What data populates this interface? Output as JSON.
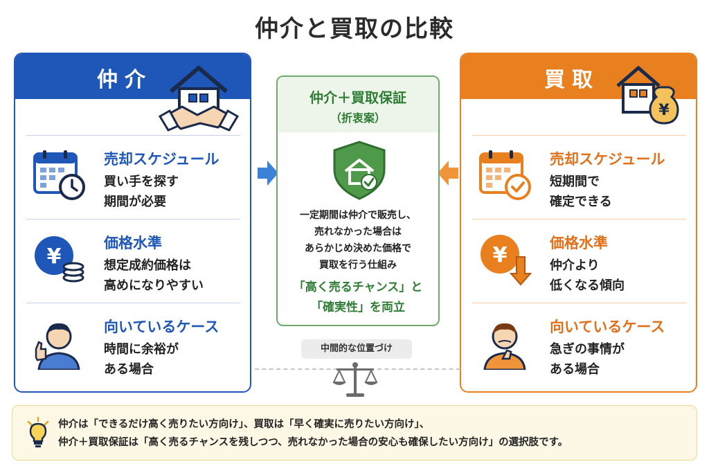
{
  "title": "仲介と買取の比較",
  "brokerage": {
    "title": "仲介",
    "sections": [
      {
        "title": "売却スケジュール",
        "lines": [
          "買い手を探す",
          "期間が必要"
        ],
        "icon": "calendar-clock-icon"
      },
      {
        "title": "価格水準",
        "lines": [
          "想定成約価格は",
          "高めになりやすい"
        ],
        "icon": "yen-coins-icon"
      },
      {
        "title": "向いているケース",
        "lines": [
          "時間に余裕が",
          "ある場合"
        ],
        "icon": "person-thumbs-up-icon"
      }
    ]
  },
  "purchase": {
    "title": "買取",
    "sections": [
      {
        "title": "売却スケジュール",
        "lines": [
          "短期間で",
          "確定できる"
        ],
        "icon": "calendar-check-icon"
      },
      {
        "title": "価格水準",
        "lines": [
          "仲介より",
          "低くなる傾向"
        ],
        "icon": "yen-down-arrow-icon"
      },
      {
        "title": "向いているケース",
        "lines": [
          "急ぎの事情が",
          "ある場合"
        ],
        "icon": "person-thinking-icon"
      }
    ]
  },
  "compromise": {
    "title": "仲介＋買取保証",
    "subtitle": "（折衷案）",
    "description": [
      "一定期間は仲介で販売し、",
      "売れなかった場合は",
      "あらかじめ決めた価格で",
      "買取を行う仕組み"
    ],
    "highlight": [
      "「高く売るチャンス」と",
      "「確実性」を両立"
    ],
    "icon": "shield-house-check-icon"
  },
  "middle_label": "中間的な位置づけ",
  "note": {
    "lines": [
      "仲介は「できるだけ高く売りたい方向け」、買取は「早く確実に売りたい方向け」、",
      "仲介＋買取保証は「高く売るチャンスを残しつつ、売れなかった場合の安心も確保したい方向け」の選択肢です。"
    ],
    "icon": "lightbulb-icon"
  },
  "colors": {
    "blue": "#1f57b8",
    "orange": "#e8801f",
    "green": "#2f7d35",
    "note_bg": "#fdf8e5"
  }
}
